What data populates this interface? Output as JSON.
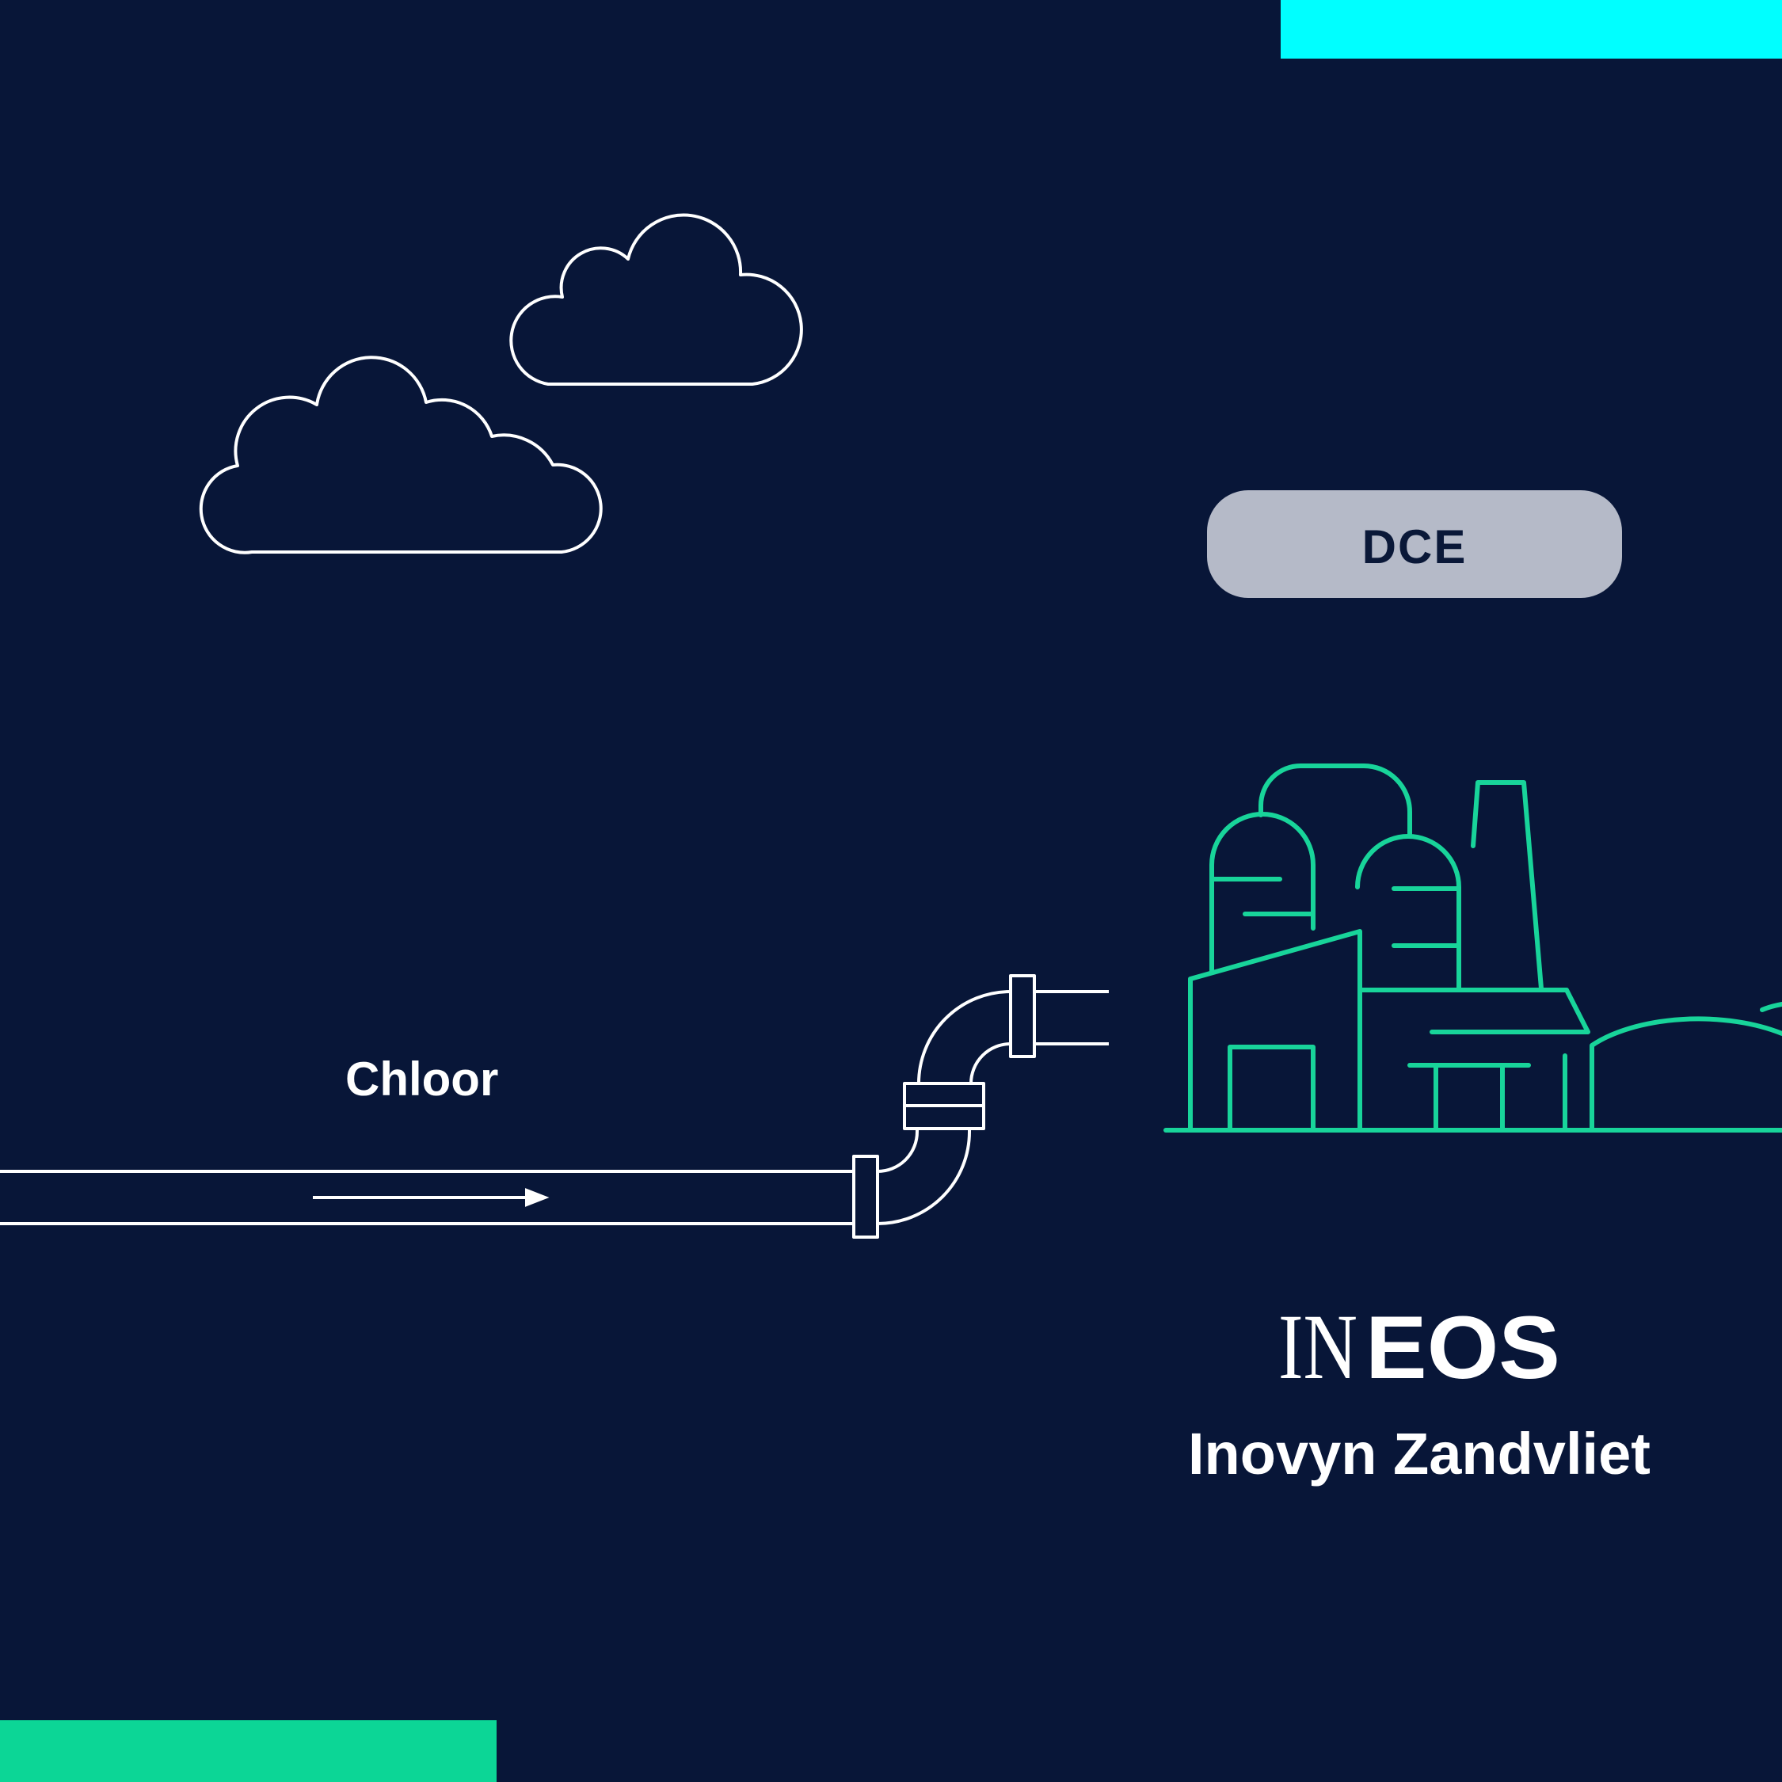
{
  "colors": {
    "background": "#081638",
    "accent_cyan": "#00ffff",
    "accent_green": "#0cd696",
    "plant_line": "#18d49a",
    "outline": "#ffffff",
    "pill": "#b5bac8",
    "pill_text": "#0a1838"
  },
  "labels": {
    "input_substance": "Chloor",
    "output_substance": "DCE"
  },
  "brand": {
    "logo_text": "INEOS",
    "site_name": "Inovyn Zandvliet"
  },
  "icons": [
    "cloud-icon",
    "pipeline-icon",
    "flow-arrow-icon",
    "factory-icon"
  ]
}
